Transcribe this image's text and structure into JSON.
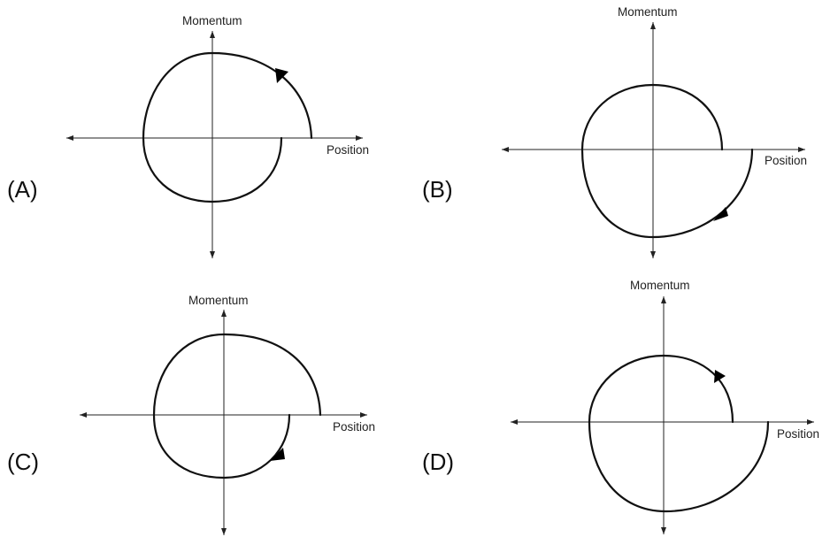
{
  "panels": [
    {
      "id": "A",
      "label": "(A)",
      "y_axis_label": "Momentum",
      "x_axis_label": "Position"
    },
    {
      "id": "B",
      "label": "(B)",
      "y_axis_label": "Momentum",
      "x_axis_label": "Position"
    },
    {
      "id": "C",
      "label": "(C)",
      "y_axis_label": "Momentum",
      "x_axis_label": "Position"
    },
    {
      "id": "D",
      "label": "(D)",
      "y_axis_label": "Momentum",
      "x_axis_label": "Position"
    }
  ],
  "colors": {
    "curve": "#111111",
    "axis": "#222222",
    "background": "#ffffff"
  }
}
